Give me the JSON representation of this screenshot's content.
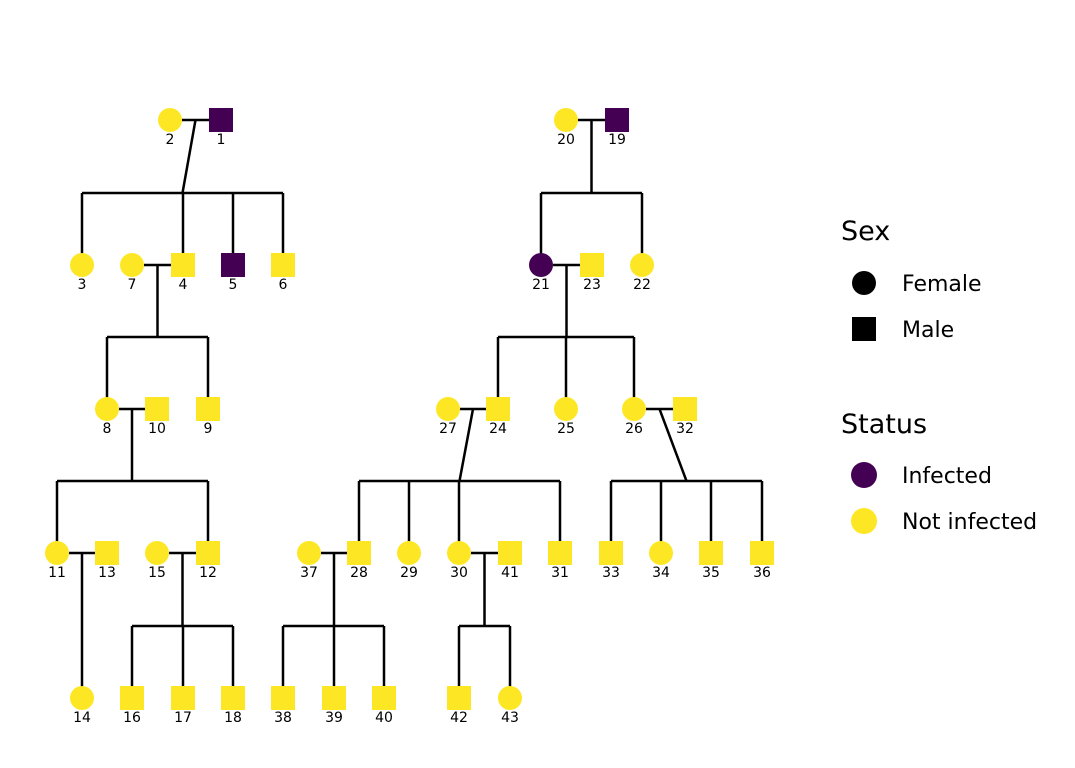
{
  "colors": {
    "infected": "#440154",
    "not_infected": "#FDE725",
    "line": "#000000",
    "legend_key": "#000000"
  },
  "individuals": [
    {
      "id": "1",
      "sex": "male",
      "status": "infected"
    },
    {
      "id": "2",
      "sex": "female",
      "status": "not_infected"
    },
    {
      "id": "3",
      "sex": "female",
      "status": "not_infected"
    },
    {
      "id": "4",
      "sex": "male",
      "status": "not_infected"
    },
    {
      "id": "5",
      "sex": "male",
      "status": "infected"
    },
    {
      "id": "6",
      "sex": "male",
      "status": "not_infected"
    },
    {
      "id": "7",
      "sex": "female",
      "status": "not_infected"
    },
    {
      "id": "8",
      "sex": "female",
      "status": "not_infected"
    },
    {
      "id": "9",
      "sex": "male",
      "status": "not_infected"
    },
    {
      "id": "10",
      "sex": "male",
      "status": "not_infected"
    },
    {
      "id": "11",
      "sex": "female",
      "status": "not_infected"
    },
    {
      "id": "12",
      "sex": "male",
      "status": "not_infected"
    },
    {
      "id": "13",
      "sex": "male",
      "status": "not_infected"
    },
    {
      "id": "14",
      "sex": "female",
      "status": "not_infected"
    },
    {
      "id": "15",
      "sex": "female",
      "status": "not_infected"
    },
    {
      "id": "16",
      "sex": "male",
      "status": "not_infected"
    },
    {
      "id": "17",
      "sex": "male",
      "status": "not_infected"
    },
    {
      "id": "18",
      "sex": "male",
      "status": "not_infected"
    },
    {
      "id": "19",
      "sex": "male",
      "status": "infected"
    },
    {
      "id": "20",
      "sex": "female",
      "status": "not_infected"
    },
    {
      "id": "21",
      "sex": "female",
      "status": "infected"
    },
    {
      "id": "22",
      "sex": "female",
      "status": "not_infected"
    },
    {
      "id": "23",
      "sex": "male",
      "status": "not_infected"
    },
    {
      "id": "24",
      "sex": "male",
      "status": "not_infected"
    },
    {
      "id": "25",
      "sex": "female",
      "status": "not_infected"
    },
    {
      "id": "26",
      "sex": "female",
      "status": "not_infected"
    },
    {
      "id": "27",
      "sex": "female",
      "status": "not_infected"
    },
    {
      "id": "28",
      "sex": "male",
      "status": "not_infected"
    },
    {
      "id": "29",
      "sex": "female",
      "status": "not_infected"
    },
    {
      "id": "30",
      "sex": "female",
      "status": "not_infected"
    },
    {
      "id": "31",
      "sex": "male",
      "status": "not_infected"
    },
    {
      "id": "32",
      "sex": "male",
      "status": "not_infected"
    },
    {
      "id": "33",
      "sex": "male",
      "status": "not_infected"
    },
    {
      "id": "34",
      "sex": "female",
      "status": "not_infected"
    },
    {
      "id": "35",
      "sex": "male",
      "status": "not_infected"
    },
    {
      "id": "36",
      "sex": "male",
      "status": "not_infected"
    },
    {
      "id": "37",
      "sex": "female",
      "status": "not_infected"
    },
    {
      "id": "38",
      "sex": "male",
      "status": "not_infected"
    },
    {
      "id": "39",
      "sex": "male",
      "status": "not_infected"
    },
    {
      "id": "40",
      "sex": "male",
      "status": "not_infected"
    },
    {
      "id": "41",
      "sex": "male",
      "status": "not_infected"
    },
    {
      "id": "42",
      "sex": "male",
      "status": "not_infected"
    },
    {
      "id": "43",
      "sex": "female",
      "status": "not_infected"
    }
  ],
  "families": [
    {
      "parents": [
        "2",
        "1"
      ],
      "children": [
        "3",
        "4",
        "5",
        "6"
      ]
    },
    {
      "parents": [
        "7",
        "4"
      ],
      "children": [
        "8",
        "9"
      ]
    },
    {
      "parents": [
        "8",
        "10"
      ],
      "children": [
        "11",
        "12"
      ]
    },
    {
      "parents": [
        "11",
        "13"
      ],
      "children": [
        "14"
      ]
    },
    {
      "parents": [
        "15",
        "12"
      ],
      "children": [
        "16",
        "17",
        "18"
      ]
    },
    {
      "parents": [
        "20",
        "19"
      ],
      "children": [
        "21",
        "22"
      ]
    },
    {
      "parents": [
        "21",
        "23"
      ],
      "children": [
        "24",
        "25",
        "26"
      ]
    },
    {
      "parents": [
        "27",
        "24"
      ],
      "children": [
        "28",
        "29",
        "30",
        "31"
      ]
    },
    {
      "parents": [
        "26",
        "32"
      ],
      "children": [
        "33",
        "34",
        "35",
        "36"
      ]
    },
    {
      "parents": [
        "37",
        "28"
      ],
      "children": [
        "38",
        "39",
        "40"
      ]
    },
    {
      "parents": [
        "30",
        "41"
      ],
      "children": [
        "42",
        "43"
      ]
    }
  ],
  "legend": {
    "sex": {
      "title": "Sex",
      "items": [
        {
          "label": "Female",
          "shape": "circle"
        },
        {
          "label": "Male",
          "shape": "square"
        }
      ]
    },
    "status": {
      "title": "Status",
      "items": [
        {
          "label": "Infected",
          "key": "infected"
        },
        {
          "label": "Not infected",
          "key": "not_infected"
        }
      ]
    }
  }
}
